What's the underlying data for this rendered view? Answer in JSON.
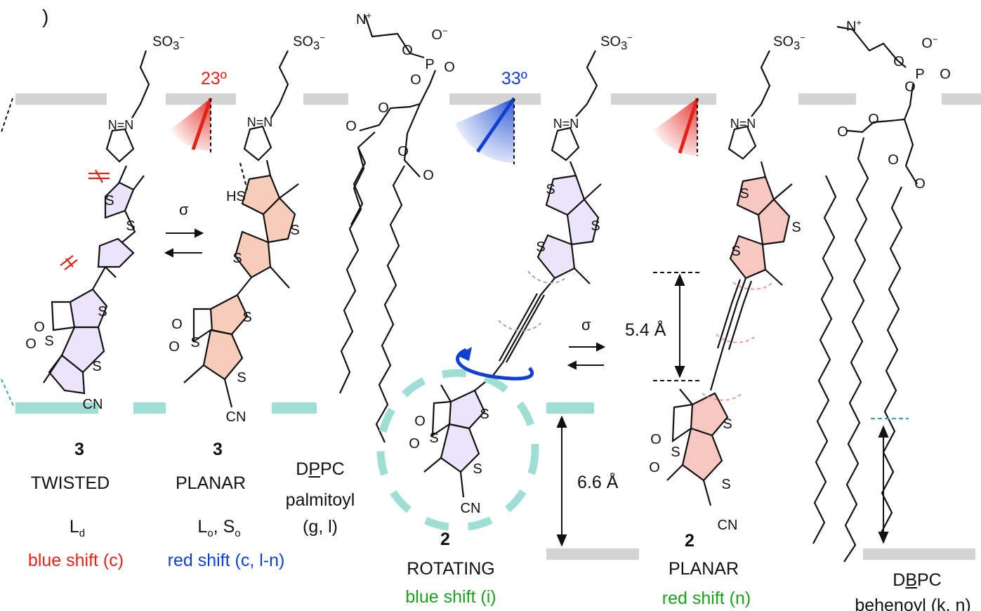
{
  "panel_letter": ")",
  "angles": {
    "twisted": "23º",
    "rotating": "33º"
  },
  "sigma_symbol": "σ",
  "distances": {
    "upper": "5.4 Å",
    "lower": "6.6 Å"
  },
  "hs_label": "HS",
  "compounds": {
    "twisted": {
      "number": "3",
      "state": "TWISTED",
      "phase": "L",
      "phase_sub": "d",
      "shift": "blue shift (c)"
    },
    "planar3": {
      "number": "3",
      "state": "PLANAR",
      "phase_a": "L",
      "phase_a_sub": "o",
      "sep": ", ",
      "phase_b": "S",
      "phase_b_sub": "o",
      "shift": "red shift (c, l-n)"
    },
    "rotating": {
      "number": "2",
      "state": "ROTATING",
      "shift": "blue shift (i)"
    },
    "planar2": {
      "number": "2",
      "state": "PLANAR",
      "shift": "red shift (n)"
    }
  },
  "lipids": {
    "dppc": {
      "pre": "D",
      "underlined": "P",
      "post": "PC",
      "chain": "palmitoyl",
      "panels": "(g, l)"
    },
    "dbpc": {
      "pre": "D",
      "underlined": "B",
      "post": "PC",
      "chain": "behenoyl (k, n)"
    }
  },
  "atoms": {
    "S": "S",
    "N": "N",
    "O": "O",
    "P": "P",
    "CN": "CN",
    "NN": "N=N",
    "so3": "SO",
    "so3_sub": "3",
    "so3_charge": "−",
    "o_minus": "O",
    "minus": "−",
    "plus": "+",
    "n_plus": "N"
  },
  "colors": {
    "gray_bar": "#d3d3d3",
    "teal_bar": "#9fded4",
    "red": "#e2231a",
    "blue": "#1040d0",
    "green": "#1ea01e",
    "purple_fill": "#ebe4fb",
    "salmon_fill": "#f7cdb9",
    "pink_fill": "#f8c7c0"
  }
}
